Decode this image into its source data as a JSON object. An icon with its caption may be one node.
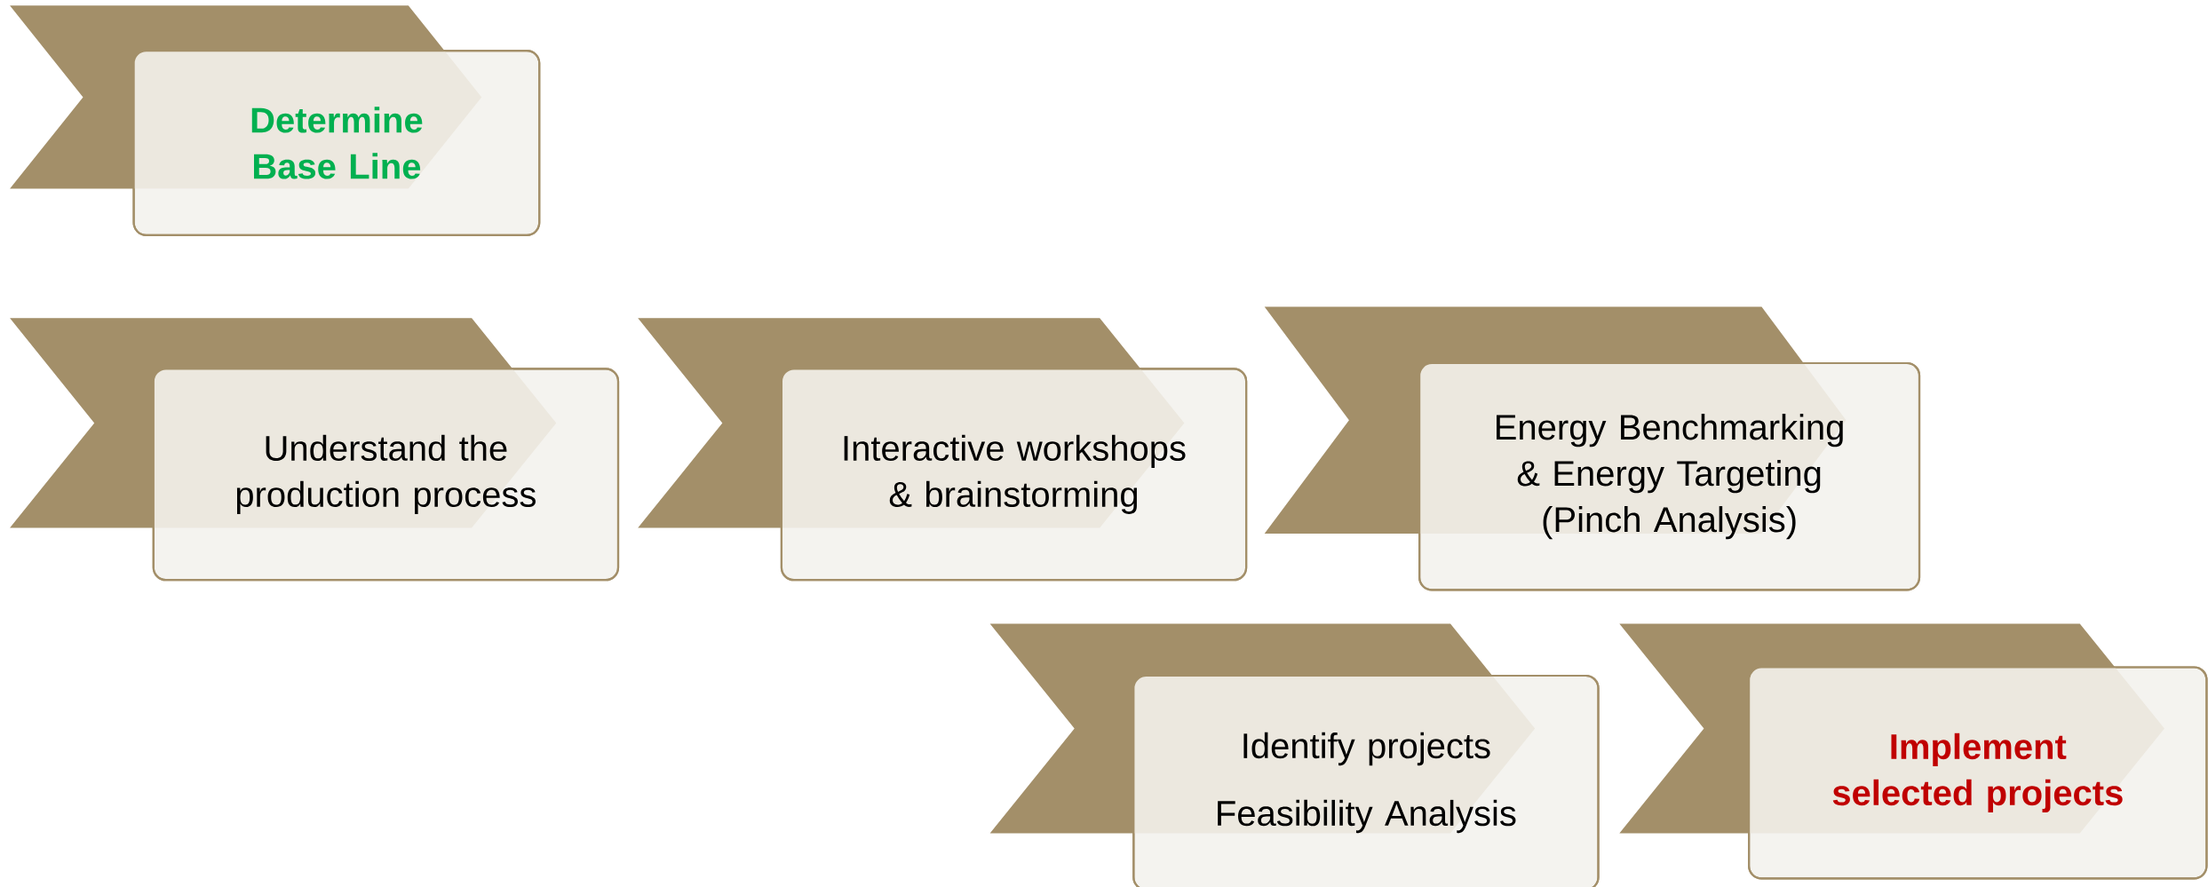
{
  "diagram": {
    "nodes": [
      {
        "text": [
          "Determine Base Line"
        ]
      },
      {
        "text": [
          "Understand the production process"
        ]
      },
      {
        "text": [
          "Interactive workshops & brainstorming"
        ]
      },
      {
        "text": [
          "Energy Benchmarking & Energy Targeting (Pinch Analysis)"
        ]
      },
      {
        "text": [
          "Identify projects",
          "Feasibility Analysis"
        ]
      },
      {
        "text": [
          "Implement selected projects"
        ]
      }
    ]
  }
}
